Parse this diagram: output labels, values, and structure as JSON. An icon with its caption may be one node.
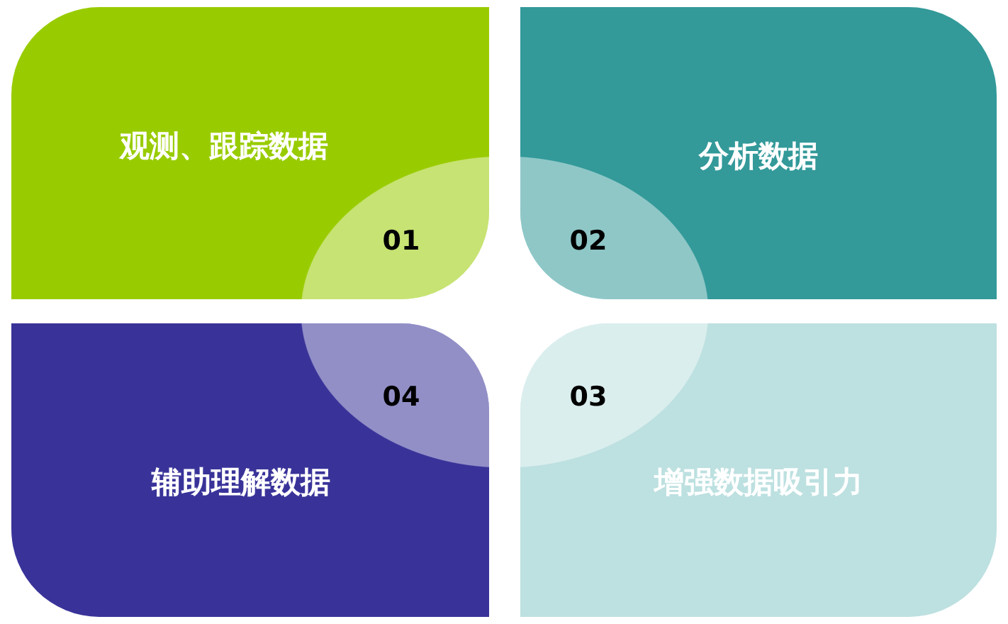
{
  "diagram": {
    "nodes": [
      {
        "text": [
          "观测、跟踪数据",
          "01"
        ]
      },
      {
        "text": [
          "分析数据",
          "02"
        ]
      },
      {
        "text": [
          "辅助理解数据",
          "04"
        ]
      },
      {
        "text": [
          "增强数据吸引力",
          "03"
        ]
      }
    ]
  }
}
